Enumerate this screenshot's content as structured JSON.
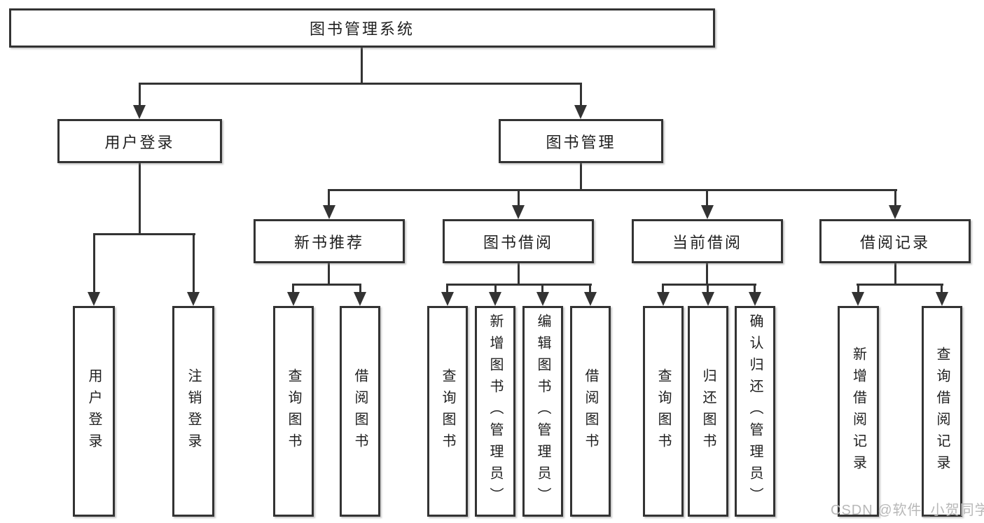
{
  "root": {
    "label": "图书管理系统"
  },
  "branches": {
    "user_login": {
      "label": "用户登录",
      "children": {
        "login": {
          "label": "用户登录"
        },
        "logout": {
          "label": "注销登录"
        }
      }
    },
    "book_mgmt": {
      "label": "图书管理",
      "sections": {
        "new_books": {
          "label": "新书推荐",
          "children": {
            "query": {
              "label": "查询图书"
            },
            "borrow": {
              "label": "借阅图书"
            }
          }
        },
        "book_borrow": {
          "label": "图书借阅",
          "children": {
            "query": {
              "label": "查询图书"
            },
            "add": {
              "label": "新增图书（管理员）"
            },
            "edit": {
              "label": "编辑图书（管理员）"
            },
            "borrow": {
              "label": "借阅图书"
            }
          }
        },
        "current_borrow": {
          "label": "当前借阅",
          "children": {
            "query": {
              "label": "查询图书"
            },
            "return": {
              "label": "归还图书"
            },
            "confirm": {
              "label": "确认归还（管理员）"
            }
          }
        },
        "borrow_records": {
          "label": "借阅记录",
          "children": {
            "add": {
              "label": "新增借阅记录"
            },
            "query": {
              "label": "查询借阅记录"
            }
          }
        }
      }
    }
  },
  "watermark": {
    "text": "CSDN @软件_小贺同学"
  },
  "colors": {
    "line": "#333333",
    "text": "#1f1f1f",
    "watermark": "#b8b8b8",
    "background": "#ffffff"
  }
}
